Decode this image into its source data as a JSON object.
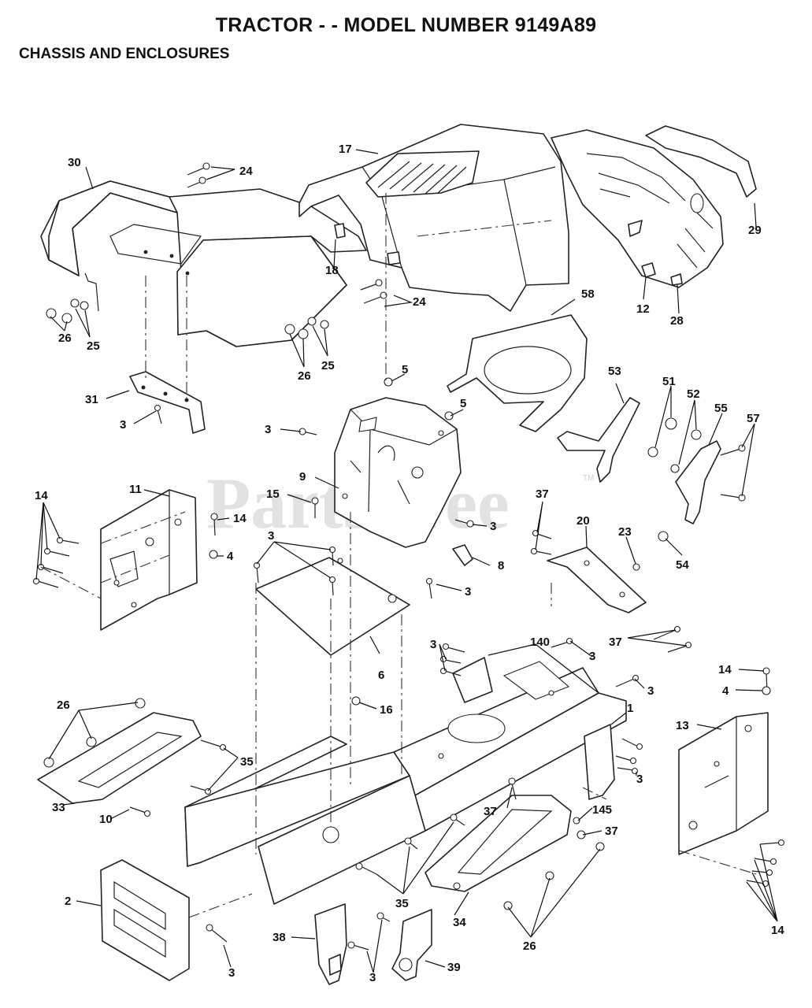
{
  "header": {
    "title": "TRACTOR - - MODEL NUMBER 9149A89",
    "subtitle": "CHASSIS AND ENCLOSURES"
  },
  "watermark": {
    "text": "PartsTree",
    "tm": "TM"
  },
  "callouts": {
    "c30": "30",
    "c24a": "24",
    "c17": "17",
    "c29": "29",
    "c18": "18",
    "c24b": "24",
    "c12": "12",
    "c28": "28",
    "c26a": "26",
    "c25a": "25",
    "c26b": "26",
    "c25b": "25",
    "c58": "58",
    "c5a": "5",
    "c5b": "5",
    "c31": "31",
    "c3a": "3",
    "c3b": "3",
    "c53": "53",
    "c51": "51",
    "c52": "52",
    "c55": "55",
    "c57": "57",
    "c9": "9",
    "c11": "11",
    "c14a": "14",
    "c15": "15",
    "c14b": "14",
    "c4a": "4",
    "c3c": "3",
    "c37a": "37",
    "c20": "20",
    "c23": "23",
    "c54": "54",
    "c3d": "3",
    "c8": "8",
    "c3e": "3",
    "c37b": "37",
    "c6": "6",
    "c140": "140",
    "c3f": "3",
    "c3g": "3",
    "c3h": "3",
    "c14c": "14",
    "c4b": "4",
    "c16": "16",
    "c1": "1",
    "c13": "13",
    "c26c": "26",
    "c35a": "35",
    "c3i": "3",
    "c37c": "37",
    "c145": "145",
    "c37d": "37",
    "c33": "33",
    "c10": "10",
    "c2": "2",
    "c35b": "35",
    "c34": "34",
    "c26d": "26",
    "c14d": "14",
    "c38": "38",
    "c3j": "3",
    "c39": "39"
  }
}
